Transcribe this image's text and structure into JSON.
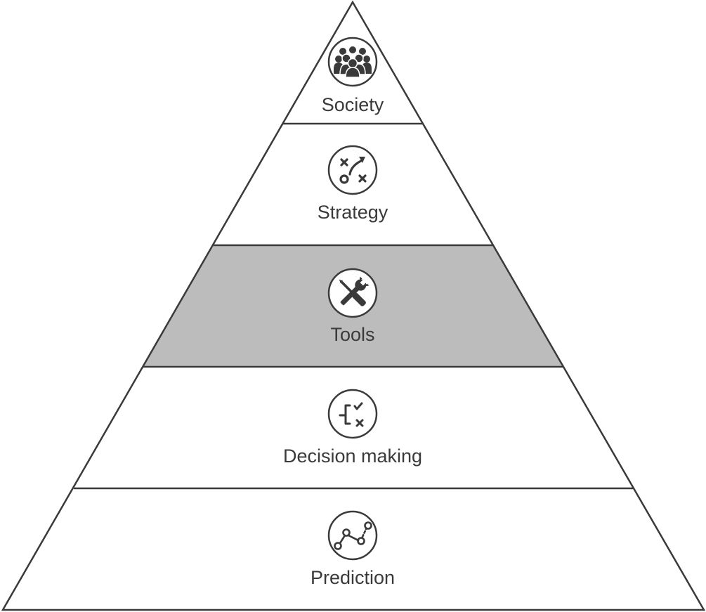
{
  "pyramid": {
    "highlight_color": "#bcbcbd",
    "tiers": [
      {
        "label": "Society",
        "icon": "people-group-icon",
        "highlighted": false
      },
      {
        "label": "Strategy",
        "icon": "strategy-play-icon",
        "highlighted": false
      },
      {
        "label": "Tools",
        "icon": "wrench-screwdriver-icon",
        "highlighted": true
      },
      {
        "label": "Decision making",
        "icon": "decision-check-cross-icon",
        "highlighted": false
      },
      {
        "label": "Prediction",
        "icon": "connected-dots-trend-icon",
        "highlighted": false
      }
    ]
  }
}
